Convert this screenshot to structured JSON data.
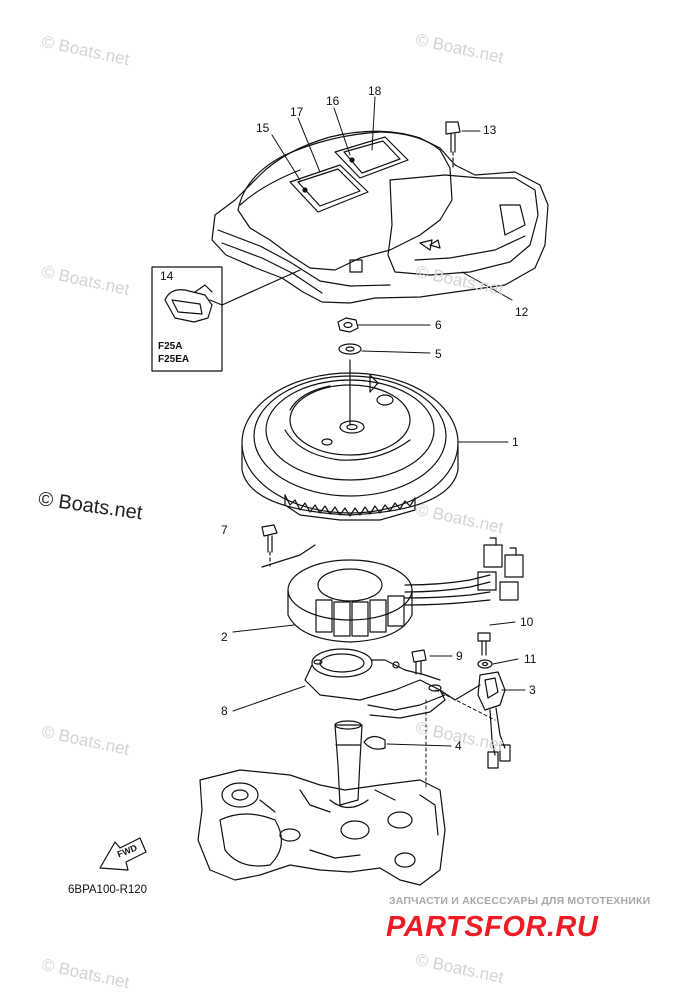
{
  "watermark": "© Boats.net",
  "callouts": {
    "n1": "1",
    "n2": "2",
    "n3": "3",
    "n4": "4",
    "n5": "5",
    "n6": "6",
    "n7": "7",
    "n8": "8",
    "n9": "9",
    "n10": "10",
    "n11": "11",
    "n12": "12",
    "n13": "13",
    "n14": "14",
    "n15": "15",
    "n16": "16",
    "n17": "17",
    "n18": "18"
  },
  "inset": {
    "line1": "F25A",
    "line2": "F25EA"
  },
  "fwd_label": "FWD",
  "diagram_code": "6BPA100-R120",
  "shop": {
    "tagline": "ЗАПЧАСТИ И АКСЕССУАРЫ ДЛЯ МОТОТЕХНИКИ",
    "logo": "PARTSFOR.RU"
  },
  "colors": {
    "line": "#111111",
    "watermark": "#d4d4d4",
    "logo": "#ee1c25"
  }
}
